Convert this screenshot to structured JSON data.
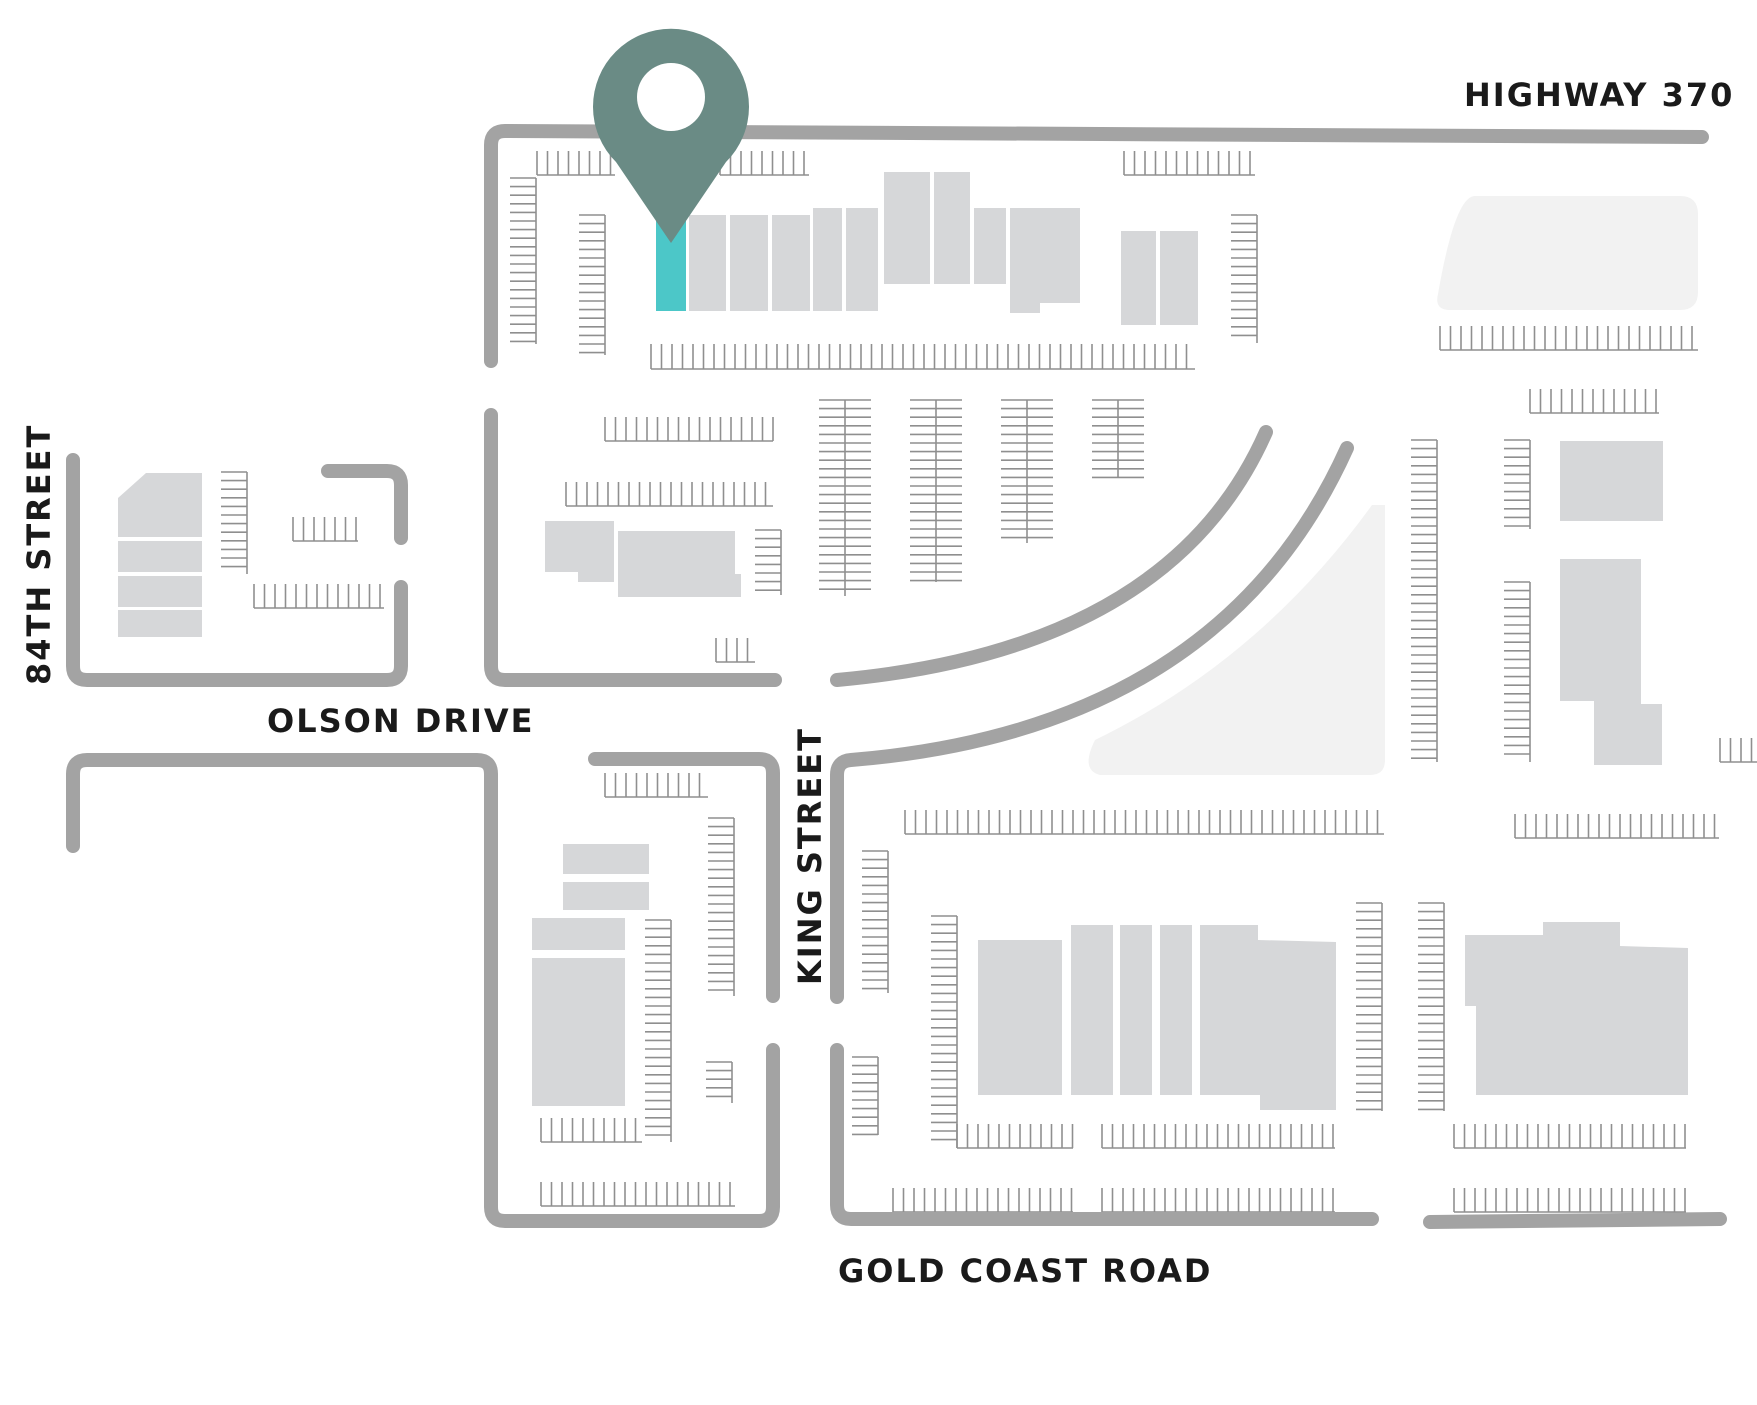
{
  "map": {
    "streets": {
      "highway": "HIGHWAY 370",
      "eighty_fourth": "84TH STREET",
      "olson": "OLSON DRIVE",
      "king": "KING STREET",
      "gold_coast": "GOLD COAST ROAD"
    },
    "colors": {
      "road": "#a3a3a3",
      "building": "#d6d7d9",
      "lot": "#f2f2f2",
      "highlight": "#4cc7c8",
      "pin": "#6a8b85",
      "stall": "#8f8f8f"
    },
    "pin_icon": "map-pin-icon"
  }
}
